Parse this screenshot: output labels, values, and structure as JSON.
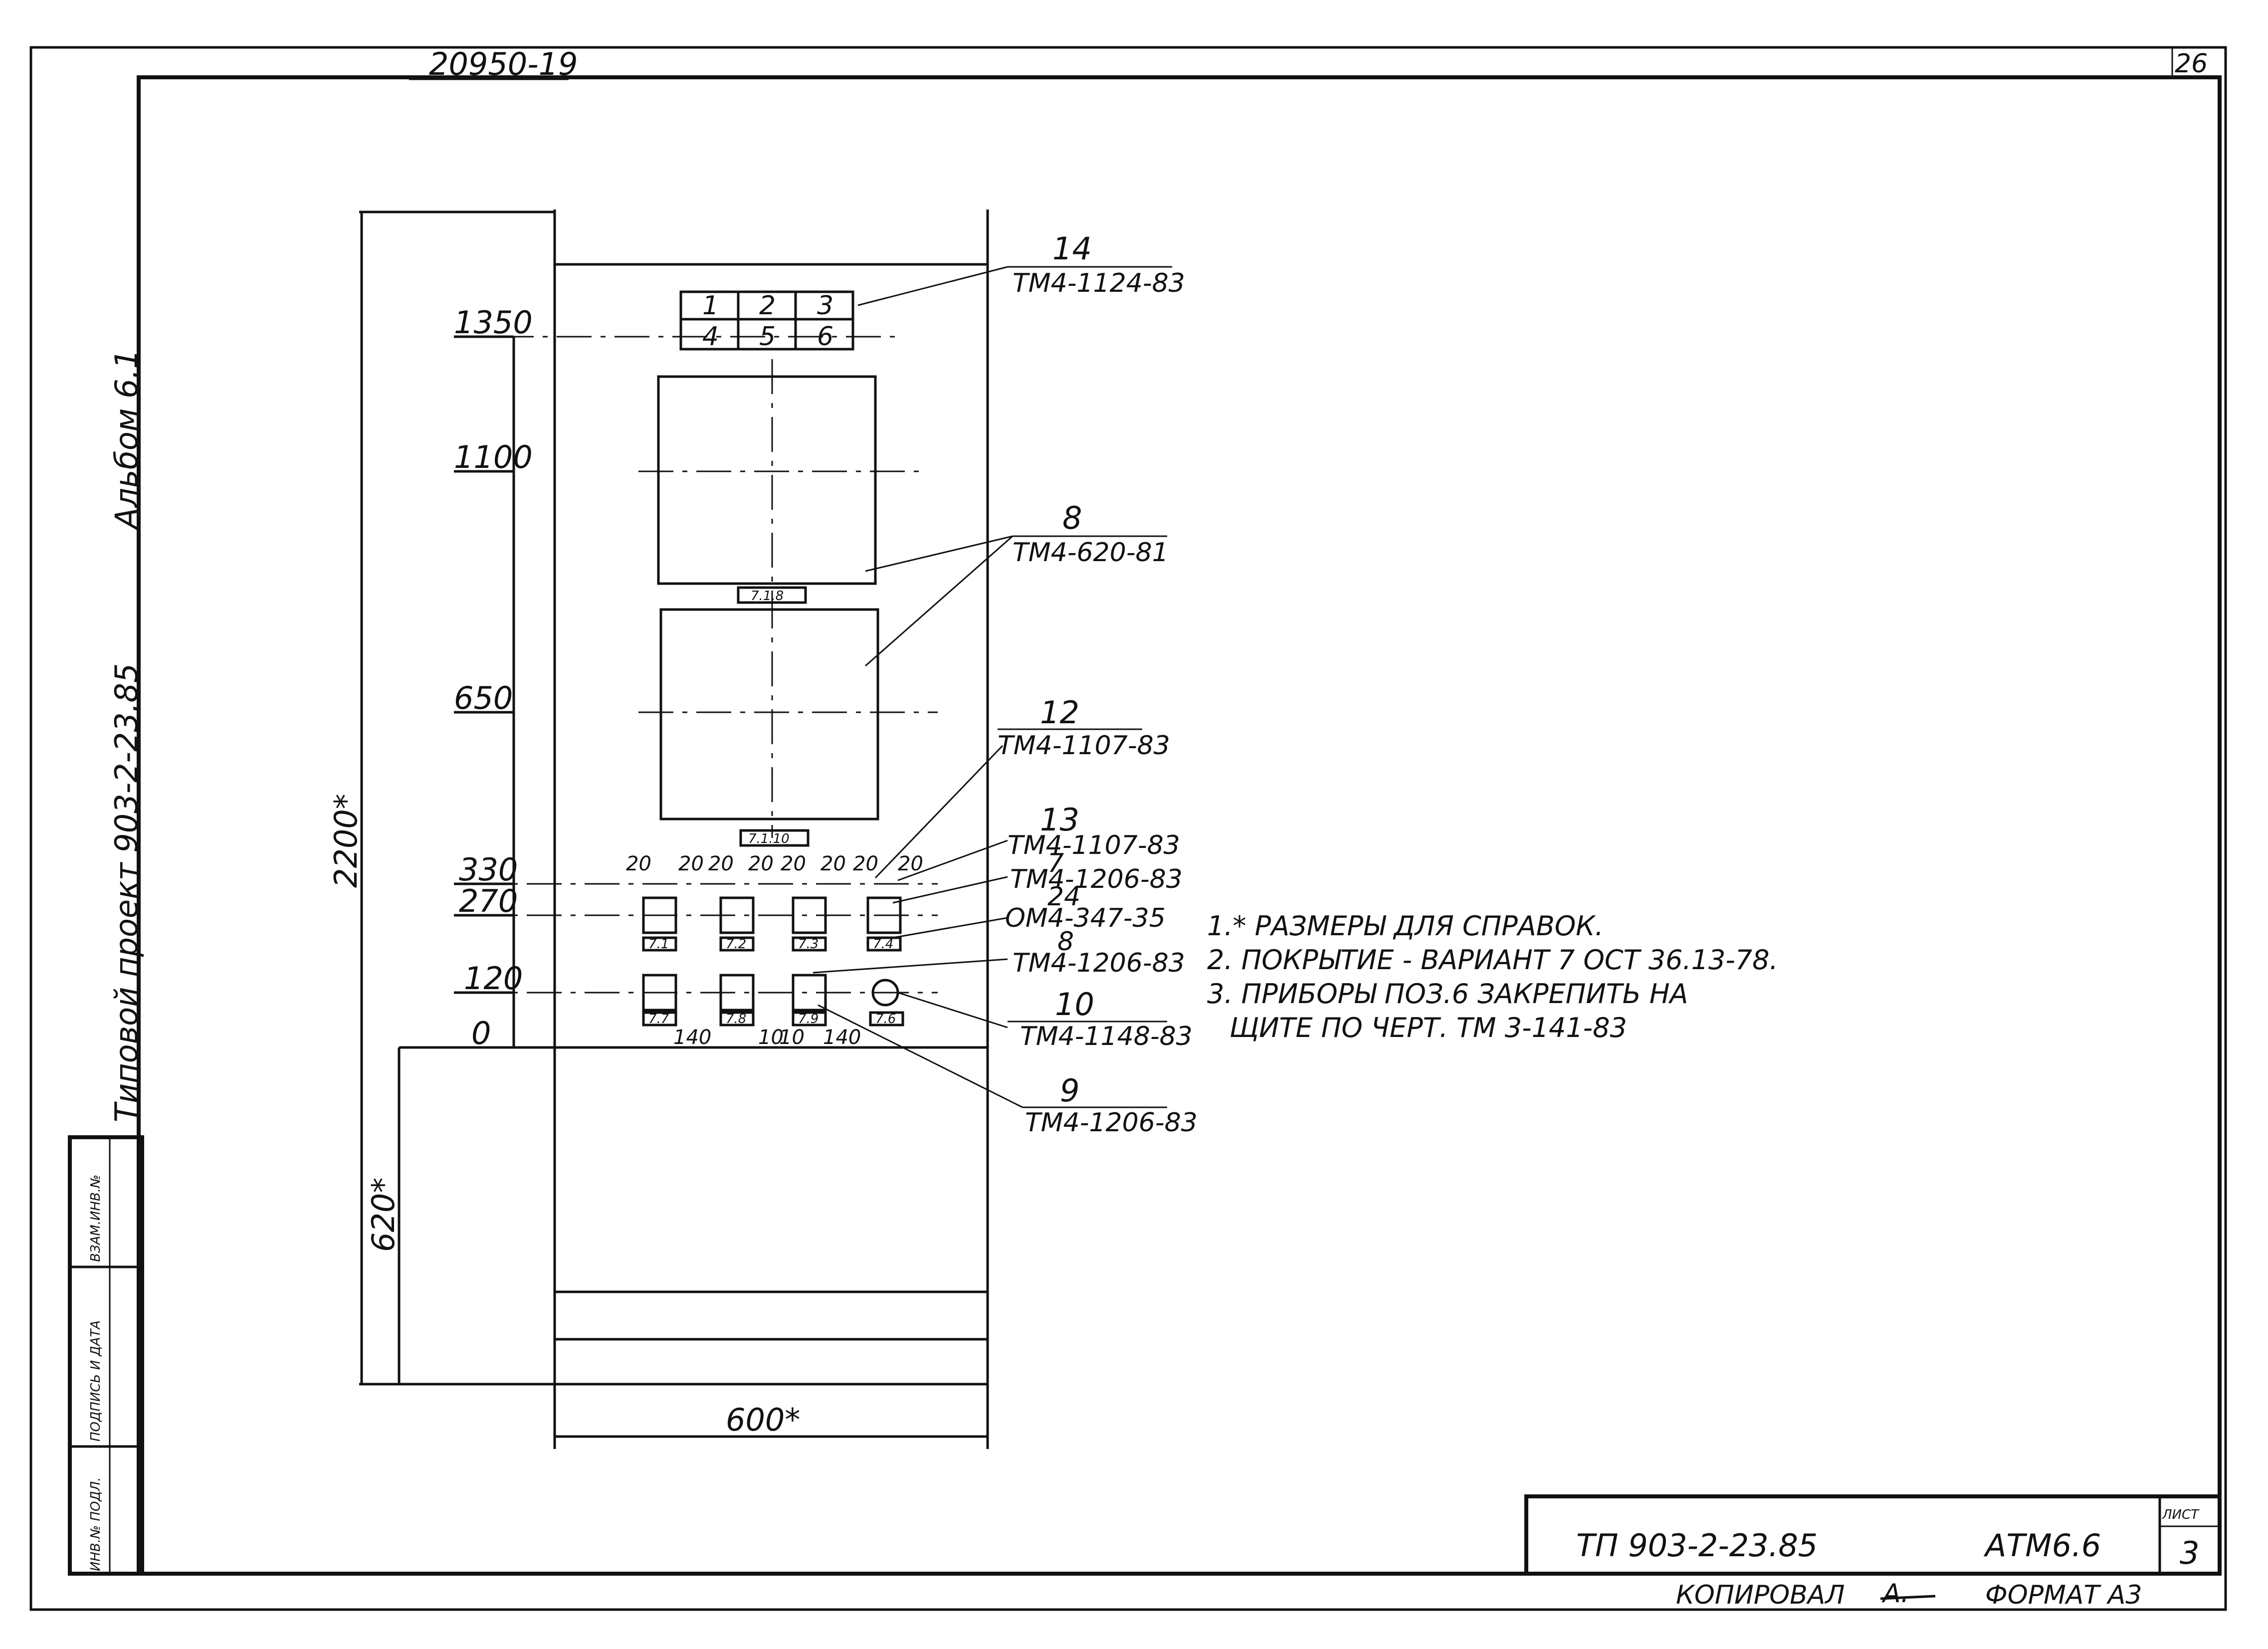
{
  "sheet": {
    "doc_number": "20950-19",
    "page_corner": "26",
    "album": "Альбом 6.1",
    "project": "Типовой проект 903-2-23.85",
    "format_label": "ФОРМАТ А3",
    "copied_label": "КОПИРОВАЛ",
    "copied_sign": "А.",
    "sheet_label": "ЛИСТ",
    "sheet_number": "3"
  },
  "title_block": {
    "project_code": "ТП 903-2-23.85",
    "drawing_code": "АТМ6.6"
  },
  "left_stamp": {
    "cells": [
      "ИНВ.№ ПОДЛ.",
      "ПОДПИСЬ И ДАТА",
      "ВЗАМ.ИНВ.№"
    ]
  },
  "dimensions": {
    "levels": [
      "1350",
      "1100",
      "650",
      "330",
      "270",
      "120",
      "0"
    ],
    "overall_height": "2200*",
    "bottom_height": "620*",
    "width": "600*",
    "spacing_20": "20",
    "gap_140": "140",
    "gap_10": "10"
  },
  "panel": {
    "grid_labels": [
      "1",
      "2",
      "3",
      "4",
      "5",
      "6"
    ],
    "tag_1": "7.1.8",
    "tag_2": "7.1.10",
    "tags_row_270": [
      "7.1",
      "7.2",
      "7.3",
      "7.4"
    ],
    "tags_row_120": [
      "7.7",
      "7.8",
      "7.9",
      "7.6"
    ]
  },
  "callouts": [
    {
      "pos": "14",
      "ref": "ТМ4-1124-83"
    },
    {
      "pos": "8",
      "ref": "ТМ4-620-81"
    },
    {
      "pos": "12",
      "ref": "ТМ4-1107-83"
    },
    {
      "pos": "13",
      "ref": "ТМ4-1107-83"
    },
    {
      "pos": "7",
      "ref": "ТМ4-1206-83"
    },
    {
      "pos": "24",
      "ref": "ОМ4-347-35"
    },
    {
      "pos": "8",
      "ref": "ТМ4-1206-83"
    },
    {
      "pos": "10",
      "ref": "ТМ4-1148-83"
    },
    {
      "pos": "9",
      "ref": "ТМ4-1206-83"
    }
  ],
  "notes": [
    "1.* РАЗМЕРЫ ДЛЯ СПРАВОК.",
    "2. ПОКРЫТИЕ - ВАРИАНТ 7 ОСТ 36.13-78.",
    "3. ПРИБОРЫ ПОЗ.6 ЗАКРЕПИТЬ НА",
    "ЩИТЕ ПО ЧЕРТ. ТМ 3-141-83"
  ]
}
